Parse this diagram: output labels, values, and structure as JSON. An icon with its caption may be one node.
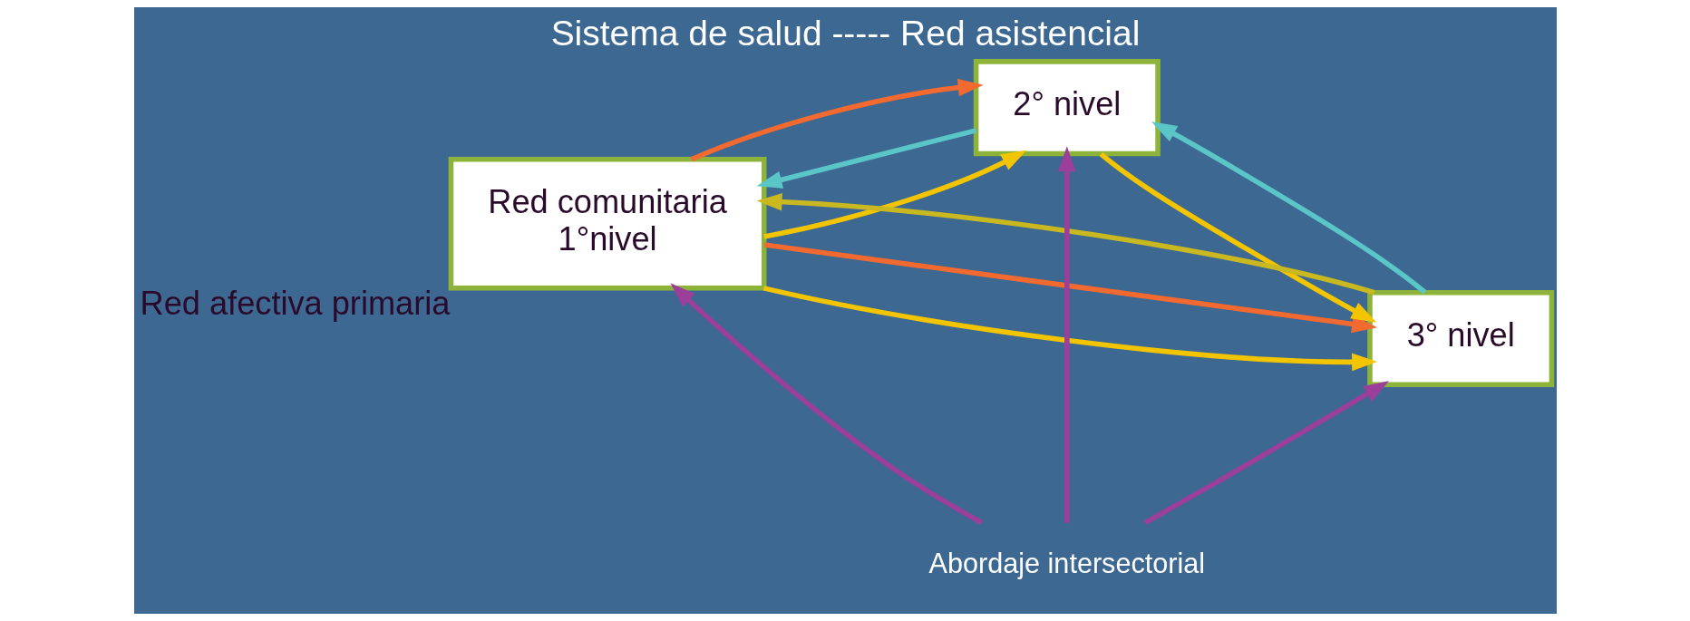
{
  "diagram": {
    "title": "Sistema de salud ----- Red asistencial",
    "nodes": [
      {
        "text": [
          "Red comunitaria",
          "1°nivel"
        ],
        "beside": [
          "Red afectiva primaria"
        ]
      },
      {
        "text": [
          "2° nivel"
        ]
      },
      {
        "text": [
          "3° nivel"
        ]
      },
      {
        "text": [
          "Abordaje intersectorial"
        ]
      }
    ],
    "edges": [
      {
        "from": 0,
        "to": 1,
        "arrow": "to",
        "color": "#f2c500"
      },
      {
        "from": 1,
        "to": 2,
        "arrow": "to",
        "color": "#f2c500"
      },
      {
        "from": 0,
        "to": 2,
        "arrow": "to",
        "color": "#f2c500"
      },
      {
        "from": 3,
        "to": 0,
        "arrow": "to",
        "color": "#9b3f9b"
      },
      {
        "from": 3,
        "to": 1,
        "arrow": "to",
        "color": "#9b3f9b"
      },
      {
        "from": 3,
        "to": 2,
        "arrow": "to",
        "color": "#9b3f9b"
      },
      {
        "from": 1,
        "to": 0,
        "arrow": "to",
        "color": "#5bc6c8"
      },
      {
        "from": 2,
        "to": 1,
        "arrow": "to",
        "color": "#5bc6c8"
      },
      {
        "from": 0,
        "to": 1,
        "arrow": "to",
        "color": "#f26a30"
      },
      {
        "from": 0,
        "to": 2,
        "arrow": "to",
        "color": "#f26a30"
      },
      {
        "from": 2,
        "to": 0,
        "arrow": "to",
        "color": "#c9b820"
      }
    ]
  }
}
